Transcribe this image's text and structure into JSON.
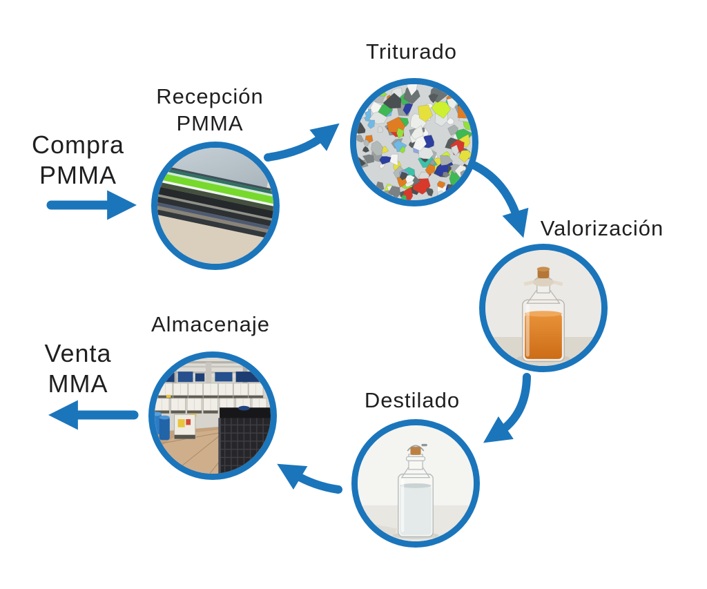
{
  "diagram": {
    "background_color": "#ffffff",
    "accent_color": "#1b75bb",
    "text_color": "#1f1f1f",
    "endpoints": {
      "compra": {
        "line1": "Compra",
        "line2": "PMMA"
      },
      "venta": {
        "line1": "Venta",
        "line2": "MMA"
      }
    },
    "steps": {
      "recepcion": {
        "line1": "Recepción",
        "line2": "PMMA",
        "photo": "stacked-pmma-acrylic-sheets-photo"
      },
      "triturado": {
        "label": "Triturado",
        "photo": "shredded-plastic-flakes-photo"
      },
      "valorizacion": {
        "label": "Valorización",
        "photo": "glass-bottle-amber-liquid-photo"
      },
      "destilado": {
        "label": "Destilado",
        "photo": "glass-bottle-clear-liquid-photo"
      },
      "almacenaje": {
        "label": "Almacenaje",
        "photo": "warehouse-ibc-containers-photo"
      }
    }
  }
}
